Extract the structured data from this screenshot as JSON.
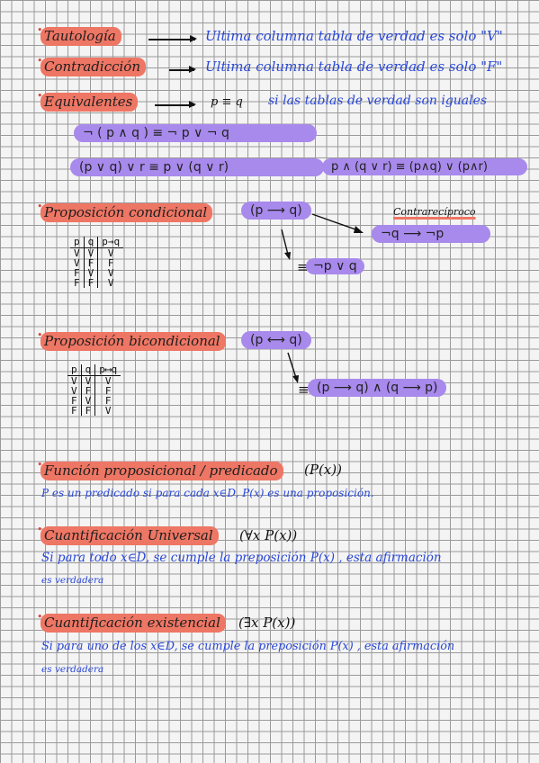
{
  "tautologia": {
    "label": "Tautología",
    "desc": "Ultima columna tabla de verdad es solo \"V\""
  },
  "contradiccion": {
    "label": "Contradicción",
    "desc": "Ultima columna tabla de verdad es solo \"F\""
  },
  "equivalentes": {
    "label": "Equivalentes",
    "expr": "p ≡ q",
    "desc": "si las tablas de verdad son iguales"
  },
  "formulas": {
    "negacion": "¬ ( p ∧ q )  ≡  ¬ p ∨ ¬ q",
    "asociativa": "(p ∨ q) ∨ r  ≡  p ∨ (q ∨ r)",
    "distributiva": "p ∧ (q ∨ r) ≡ (p∧q) ∨ (p∧r)"
  },
  "condicional": {
    "label": "Proposición condicional",
    "expr": "(p ⟶ q)",
    "contra_label": "Contrarecíproco",
    "contra_expr": "¬q ⟶ ¬p",
    "equiv": "≡",
    "equiv_expr": "¬p ∨ q",
    "headers": [
      "p",
      "q",
      "p→q"
    ],
    "rows": [
      [
        "V",
        "V",
        "V"
      ],
      [
        "V",
        "F",
        "F"
      ],
      [
        "F",
        "V",
        "V"
      ],
      [
        "F",
        "F",
        "V"
      ]
    ]
  },
  "bicondicional": {
    "label": "Proposición bicondicional",
    "expr": "(p ⟷ q)",
    "equiv": "≡",
    "equiv_expr": "(p ⟶ q) ∧ (q ⟶ p)",
    "headers": [
      "p",
      "q",
      "p⟷q"
    ],
    "rows": [
      [
        "V",
        "V",
        "V"
      ],
      [
        "V",
        "F",
        "F"
      ],
      [
        "F",
        "V",
        "F"
      ],
      [
        "F",
        "F",
        "V"
      ]
    ]
  },
  "funcion": {
    "label": "Función proposicional / predicado",
    "expr": "(P(x))",
    "desc": "P es un predicado si para cada x∈D, P(x) es una proposición."
  },
  "universal": {
    "label": "Cuantificación Universal",
    "expr": "(∀x P(x))",
    "desc_line1": "Si para todo x∈D, se cumple la preposición P(x) , esta afirmación",
    "desc_line2": "es verdadera"
  },
  "existencial": {
    "label": "Cuantificación existencial",
    "expr": "(∃x P(x))",
    "desc_line1": "Si para uno de los x∈D, se cumple la preposición P(x) , esta afirmación",
    "desc_line2": "es verdadera"
  },
  "colors": {
    "red_highlight": "#ee7664",
    "purple_highlight": "#a889ec",
    "blue_ink": "#2a48d8"
  }
}
